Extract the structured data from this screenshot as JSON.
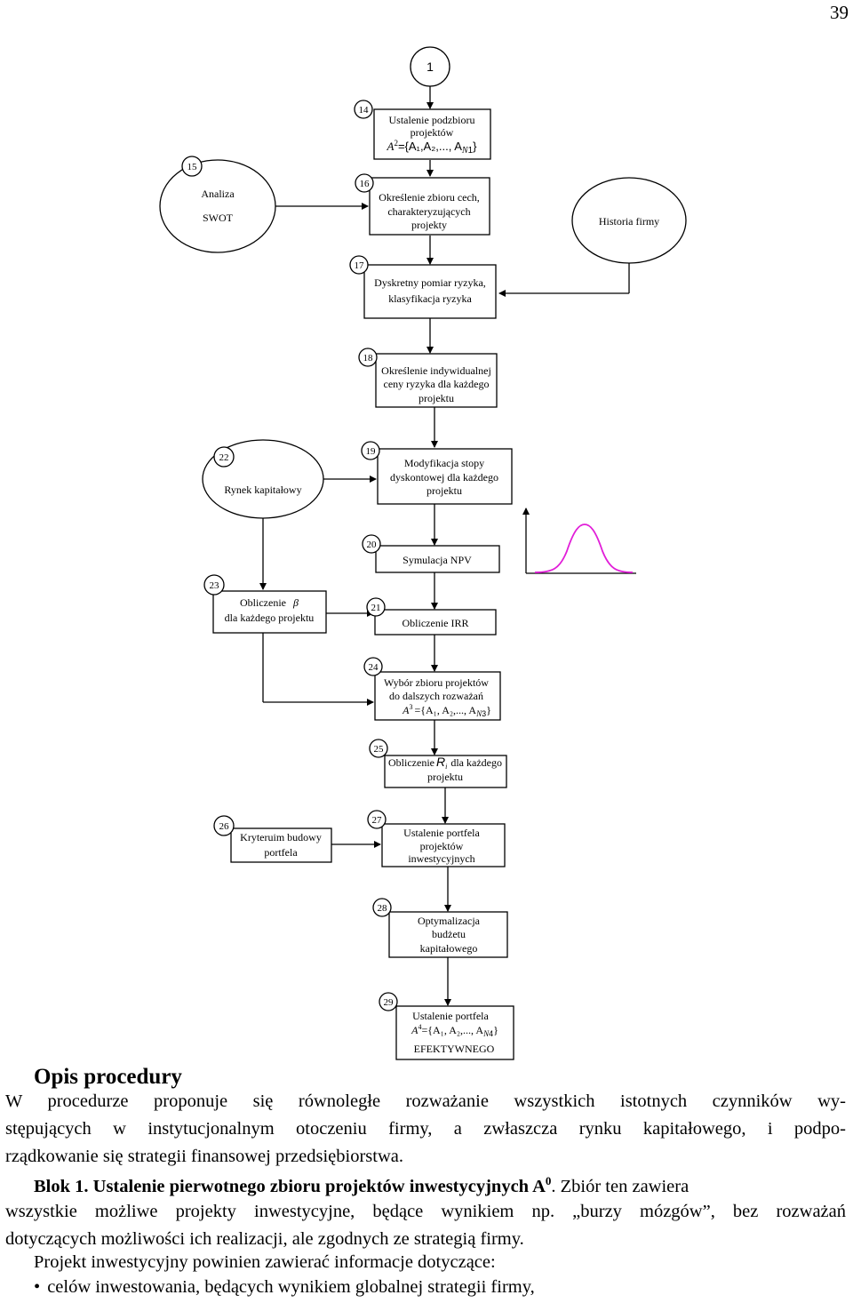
{
  "page_number": "39",
  "diagram": {
    "node_1": "1",
    "node_14": {
      "num": "14",
      "line1": "Ustalenie podzbioru",
      "line2": "projektów",
      "formula_A": "A",
      "formula_sup": "2",
      "formula_rest": "={A₁,A₂,..., A",
      "formula_N": "N",
      "formula_sub": "1",
      "formula_close": "}"
    },
    "node_15": {
      "num": "15",
      "line1": "Analiza",
      "line2": "SWOT"
    },
    "node_16": {
      "num": "16",
      "line1": "Określenie zbioru cech,",
      "line2": "charakteryzujących",
      "line3": "projekty"
    },
    "historia": "Historia firmy",
    "node_17": {
      "num": "17",
      "line1": "Dyskretny pomiar ryzyka,",
      "line2": "klasyfikacja ryzyka"
    },
    "node_18": {
      "num": "18",
      "line1": "Określenie indywidualnej",
      "line2": "ceny ryzyka dla każdego",
      "line3": "projektu"
    },
    "node_22": {
      "num": "22",
      "line1": "Rynek kapitałowy"
    },
    "node_19": {
      "num": "19",
      "line1": "Modyfikacja stopy",
      "line2": "dyskontowej dla każdego",
      "line3": "projektu"
    },
    "node_20": {
      "num": "20",
      "line1": "Symulacja NPV"
    },
    "node_23": {
      "num": "23",
      "line1": "Obliczenie",
      "beta": "β",
      "line2": "dla każdego projektu"
    },
    "node_21": {
      "num": "21",
      "line1": "Obliczenie IRR"
    },
    "node_24": {
      "num": "24",
      "line1": "Wybór zbioru projektów",
      "line2": "do dalszych rozważań",
      "formula_A": "A",
      "formula_sup": "3",
      "formula_rest": "={A₁, A₂,..., A",
      "formula_N": "N",
      "formula_sub": "3",
      "formula_close": "}"
    },
    "node_25": {
      "num": "25",
      "line1a": "Obliczenie",
      "R": "R",
      "Rsub": "i",
      "line1b": "dla każdego",
      "line2": "projektu"
    },
    "node_26": {
      "num": "26",
      "line1": "Kryteruim budowy",
      "line2": "portfela"
    },
    "node_27": {
      "num": "27",
      "line1": "Ustalenie portfela",
      "line2": "projektów",
      "line3": "inwestycyjnych"
    },
    "node_28": {
      "num": "28",
      "line1": "Optymalizacja",
      "line2": "budżetu",
      "line3": "kapitałowego"
    },
    "node_29": {
      "num": "29",
      "line1": "Ustalenie portfela",
      "formula_A": "A",
      "formula_sup": "4",
      "formula_rest": "={A₁, A₂,..., A",
      "formula_N": "N",
      "formula_sub": "4",
      "formula_close": "}",
      "line3": "EFEKTYWNEGO"
    }
  },
  "text": {
    "heading": "Opis procedury",
    "p1_l1": "W procedurze proponuje się równoległe rozważanie wszystkich istotnych czynników wy-",
    "p1_l2": "stępujących w instytucjonalnym otoczeniu firmy, a zwłaszcza rynku kapitałowego, i podpo-",
    "p1_l3": "rządkowanie się strategii finansowej przedsiębiorstwa.",
    "p2_bold": "Blok 1. Ustalenie pierwotnego zbioru projektów inwestycyjnych A",
    "p2_sup": "0",
    "p2_rest": ". Zbiór ten zawiera",
    "p2_l2": "wszystkie możliwe projekty inwestycyjne, będące wynikiem np. „burzy mózgów”, bez rozważań",
    "p2_l3": "dotyczących możliwości ich realizacji, ale zgodnych ze strategią firmy.",
    "p3_l1": "Projekt inwestycyjny powinien zawierać informacje dotyczące:",
    "bullet": "•",
    "p3_b1": "celów inwestowania, będących wynikiem globalnej strategii firmy,"
  }
}
